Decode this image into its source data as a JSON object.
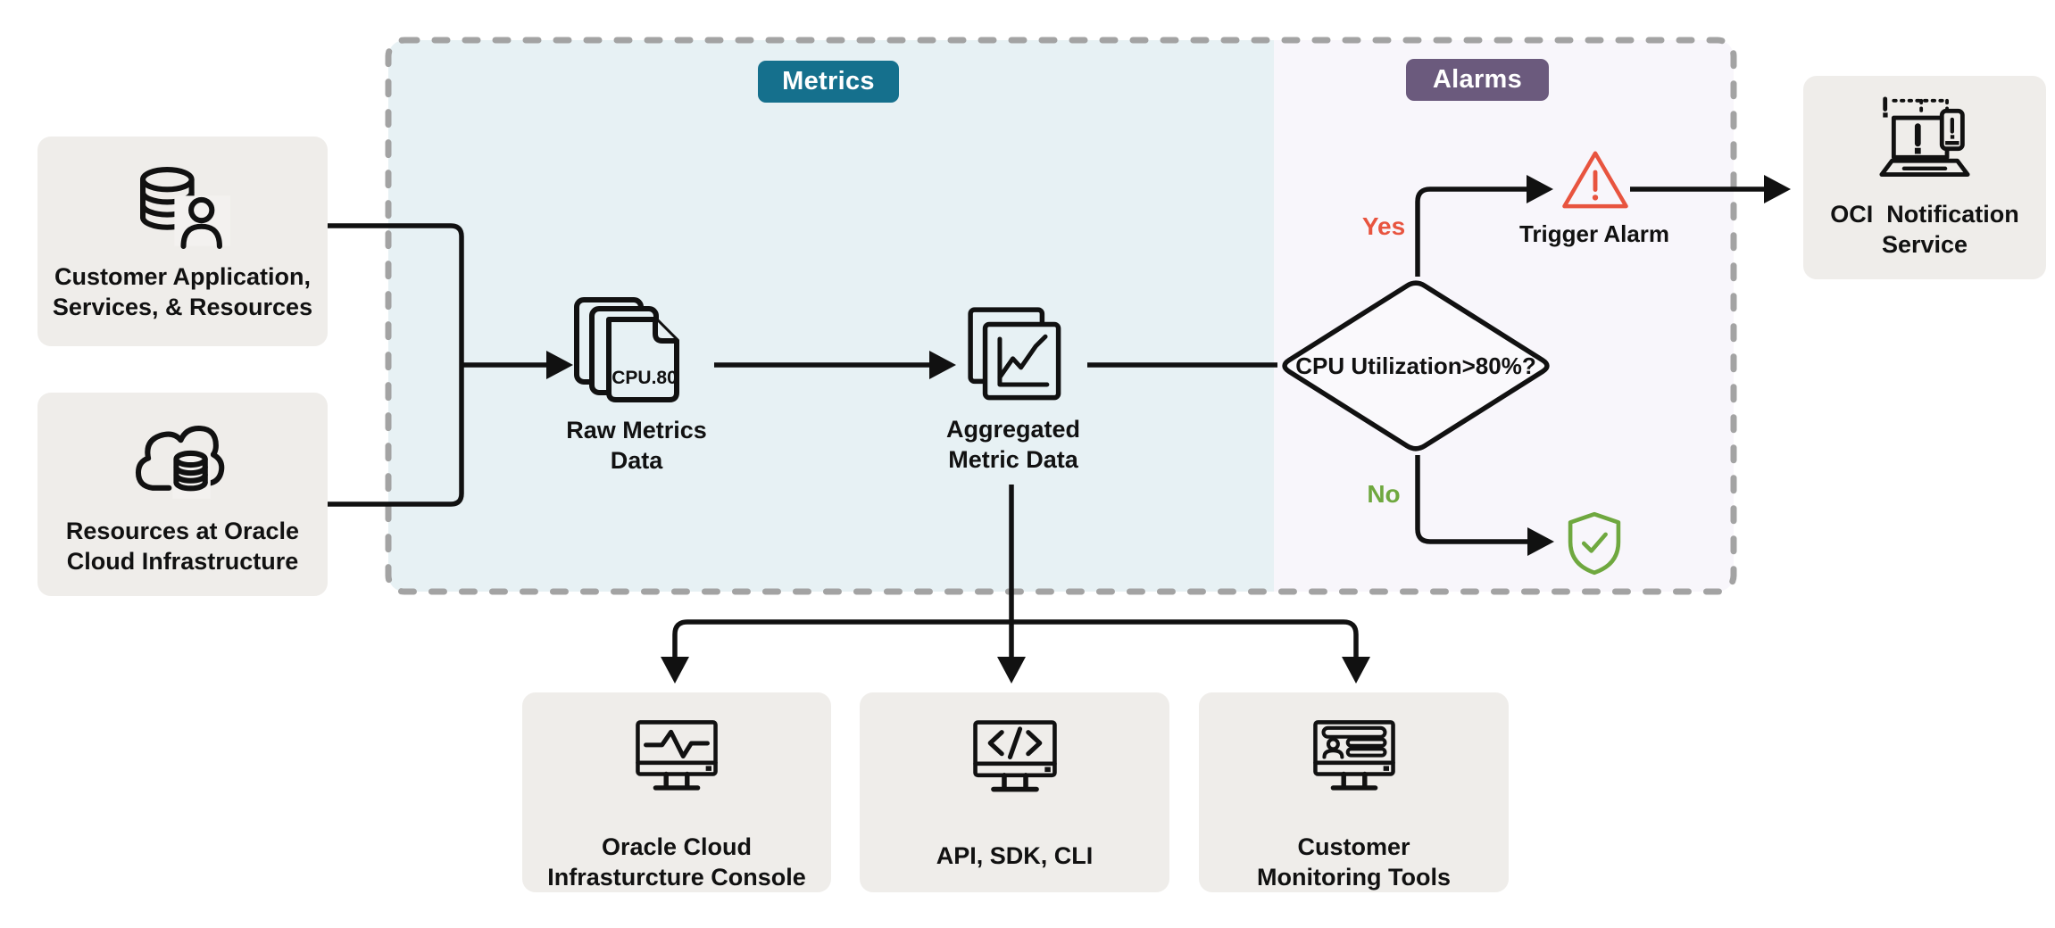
{
  "palette": {
    "canvas_bg": "#ffffff",
    "metrics_fill": "#e7f1f4",
    "alarms_fill": "#f8f6fb",
    "metrics_badge": "#15708d",
    "alarms_badge": "#6b5a7d",
    "node_bg": "#efedea",
    "icon_patch": "#f3f1ef",
    "line": "#111111",
    "dash_border": "#a3a3a3",
    "alarm_red": "#e8543f",
    "ok_green": "#6fa83f",
    "text": "#111111",
    "diamond_fill": "#faf9fc"
  },
  "sections": {
    "metrics": {
      "label": "Metrics"
    },
    "alarms": {
      "label": "Alarms"
    }
  },
  "nodes": {
    "customer_apps": {
      "label": "Customer Application,\nServices, & Resources",
      "icon": "database-user-icon"
    },
    "oci_resources": {
      "label": "Resources at Oracle\nCloud Infrastructure",
      "icon": "cloud-database-icon"
    },
    "raw_metrics": {
      "label": "Raw Metrics\nData",
      "file_text": "CPU.80",
      "icon": "stacked-documents-icon"
    },
    "aggregated": {
      "label": "Aggregated\nMetric Data",
      "icon": "chart-documents-icon"
    },
    "decision": {
      "label": "CPU Utilization>80%?"
    },
    "trigger_alarm": {
      "label": "Trigger Alarm",
      "icon": "warning-triangle-icon"
    },
    "all_clear": {
      "icon": "shield-check-icon"
    },
    "notification": {
      "label": "OCI  Notification\nService",
      "icon": "laptop-alert-icon"
    },
    "console": {
      "label": "Oracle Cloud\nInfrasturcture Console",
      "icon": "monitor-pulse-icon"
    },
    "api": {
      "label": "API, SDK, CLI",
      "icon": "monitor-code-icon"
    },
    "monitoring_tools": {
      "label": "Customer\nMonitoring Tools",
      "icon": "monitor-profile-icon"
    }
  },
  "branches": {
    "yes": "Yes",
    "no": "No"
  }
}
